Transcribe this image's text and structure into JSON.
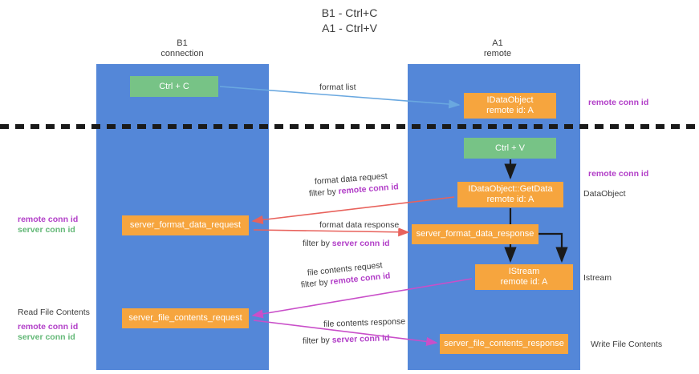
{
  "title": {
    "line1": "B1 - Ctrl+C",
    "line2": "A1 - Ctrl+V"
  },
  "columns": [
    {
      "name": "B1",
      "sub": "connection"
    },
    {
      "name": "A1",
      "sub": "remote"
    }
  ],
  "nodes": {
    "ctrl_c": {
      "line1": "Ctrl + C",
      "line2": ""
    },
    "idataobject": {
      "line1": "IDataObject",
      "line2": "remote id: A"
    },
    "ctrl_v": {
      "line1": "Ctrl + V",
      "line2": ""
    },
    "getdata": {
      "line1": "IDataObject::GetData",
      "line2": "remote id: A"
    },
    "server_format_data_request": {
      "line1": "server_format_data_request",
      "line2": ""
    },
    "server_format_data_response": {
      "line1": "server_format_data_response",
      "line2": ""
    },
    "istream": {
      "line1": "IStream",
      "line2": "remote id: A"
    },
    "server_file_contents_request": {
      "line1": "server_file_contents_request",
      "line2": ""
    },
    "server_file_contents_response": {
      "line1": "server_file_contents_response",
      "line2": ""
    }
  },
  "labels": {
    "format_list": "format list",
    "remote_conn_id_1": "remote conn id",
    "remote_conn_id_2": "remote conn id",
    "dataobject_side": "DataObject",
    "format_data_request": "format data request",
    "filter_by": "filter by ",
    "remote_conn_id_inline_1": "remote conn id",
    "left_remote_conn_id_1": "remote conn id",
    "left_server_conn_id_1": "server conn id",
    "format_data_response": "format data response",
    "server_conn_id_inline_1": "server conn id",
    "file_contents_request": "file contents request",
    "remote_conn_id_inline_2": "remote conn id",
    "istream_side": "Istream",
    "read_file_contents": "Read File Contents",
    "left_remote_conn_id_2": "remote conn id",
    "left_server_conn_id_2": "server conn id",
    "file_contents_response": "file contents response",
    "server_conn_id_inline_2": "server conn id",
    "write_file_contents": "Write File Contents"
  },
  "colors": {
    "lane": "#5487d8",
    "green_node": "#77c386",
    "orange_node": "#f6a53e",
    "purple_text": "#b23fc8",
    "green_text": "#63b877",
    "blue_arrow": "#6aa8e0",
    "red_arrow": "#e8625c",
    "black_arrow": "#1a1a1a",
    "magenta_arrow": "#c94fc9",
    "divider": "#1a1a1a",
    "background": "#ffffff"
  }
}
